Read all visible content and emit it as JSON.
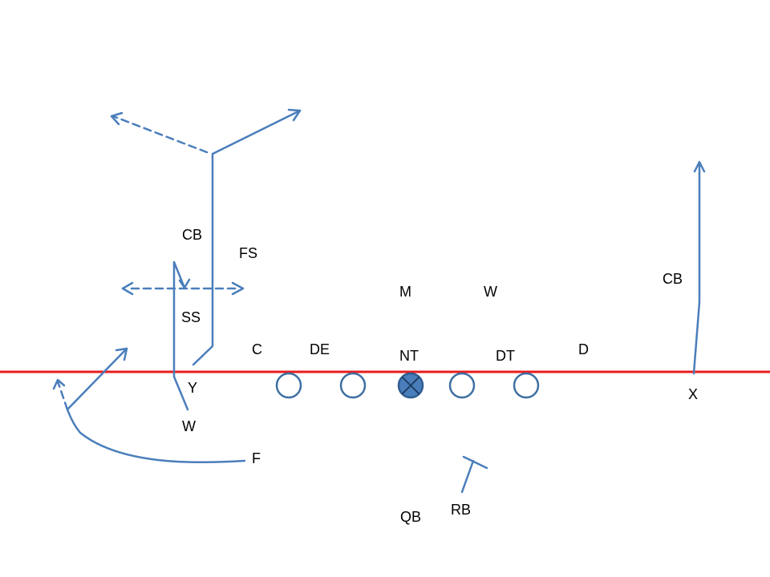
{
  "colors": {
    "line_of_scrimmage": "#e81c1c",
    "routes": "#4a7ebb",
    "center_fill": "#4a7ebb",
    "lineman_stroke": "#3d6fa3"
  },
  "labels": {
    "cb_left": "CB",
    "fs": "FS",
    "ss": "SS",
    "c": "C",
    "de": "DE",
    "m": "M",
    "w_lb": "W",
    "nt": "NT",
    "dt": "DT",
    "d": "D",
    "cb_right": "CB",
    "y": "Y",
    "w_receiver": "W",
    "f": "F",
    "x": "X",
    "qb": "QB",
    "rb": "RB"
  }
}
